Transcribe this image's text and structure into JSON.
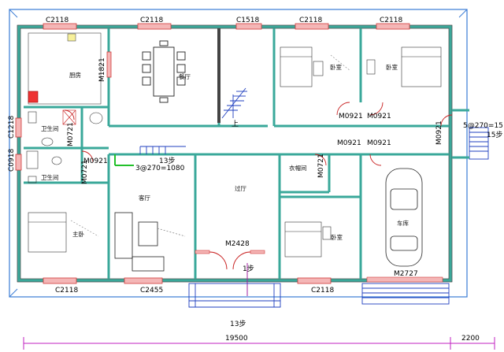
{
  "windows": {
    "top": [
      "C2118",
      "C2118",
      "C1518",
      "C2118",
      "C2118"
    ],
    "left": [
      "C1218",
      "C0918"
    ],
    "bottom": [
      "C2118",
      "C2455",
      "C2118"
    ]
  },
  "rooms": {
    "kitchen": "厨房",
    "dining": "餐厅",
    "bedroom_ne1": "卧室",
    "bedroom_ne2": "卧室",
    "bathroom_upper": "卫生间",
    "bathroom_lower": "卫生间",
    "master_bedroom": "主卧",
    "living_room": "客厅",
    "hallway": "过厅",
    "cloakroom": "衣帽间",
    "bedroom_se": "卧室",
    "garage": "车库"
  },
  "doors": {
    "kitchen": "M1821",
    "bath_upper": "M0721",
    "bath_lower": "M0721",
    "bath_lower_2": "M0921",
    "ne_bed_1": "M0921",
    "ne_bed_2": "M0921",
    "east_side": "M0921",
    "cloak_1": "M0921",
    "cloak_2": "M0921",
    "cloak_side": "M0721",
    "main_entry": "M2428",
    "garage": "M2727"
  },
  "stairs": {
    "up": "上",
    "inner_steps": "13步",
    "inner_spec": "3@270=1080",
    "east_spec": "5@270=15",
    "east_steps": "15步",
    "porch_steps": "13步",
    "entry_step": "1步"
  },
  "dimensions": {
    "total": "19500",
    "side": "2200"
  }
}
